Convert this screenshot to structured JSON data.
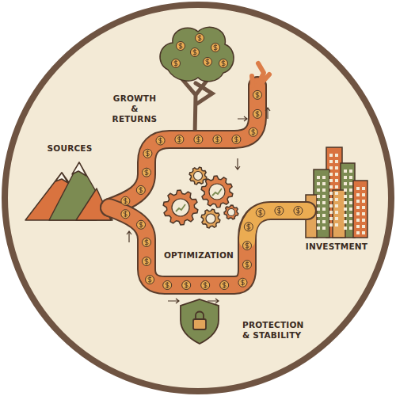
{
  "diagram": {
    "labels": [
      "GROWTH & RETURNS",
      "SOURCES",
      "OPTIMIZATION",
      "INVESTMENT",
      "PROTECTION & STABILITY"
    ]
  }
}
